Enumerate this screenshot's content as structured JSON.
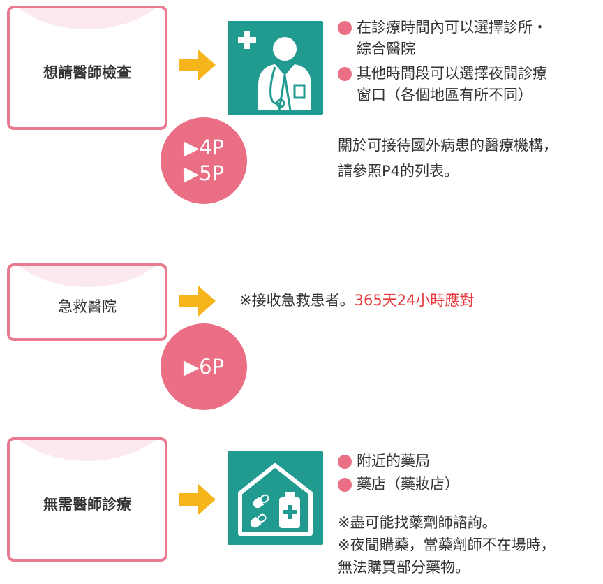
{
  "section1": {
    "card_label": "想請醫師檢查",
    "badge_lines": [
      "▶4P",
      "▶5P"
    ],
    "icon": "doctor-icon",
    "bullets": [
      "在診療時間內可以選擇診所・\n綜合醫院",
      "其他時間段可以選擇夜間診療\n窗口（各個地區有所不同）"
    ],
    "note": "關於可接待國外病患的醫療機構，\n請參照P4的列表。"
  },
  "section2": {
    "card_label": "急救醫院",
    "badge_lines": [
      "▶6P"
    ],
    "text_prefix": "※接收急救患者。",
    "text_highlight": "365天24小時應對"
  },
  "section3": {
    "card_label": "無需醫師診療",
    "icon": "pharmacy-icon",
    "bullets": [
      "附近的藥局",
      "藥店（藥妝店）"
    ],
    "notes": [
      "※盡可能找藥劑師諮詢。",
      "※夜間購藥，當藥劑師不在場時，\n  無法購買部分藥物。"
    ]
  },
  "colors": {
    "pink": "#ea7a8f",
    "badge": "#ea6f84",
    "teal": "#219b8f",
    "arrow": "#f7b51c",
    "highlight": "#e8383d"
  }
}
